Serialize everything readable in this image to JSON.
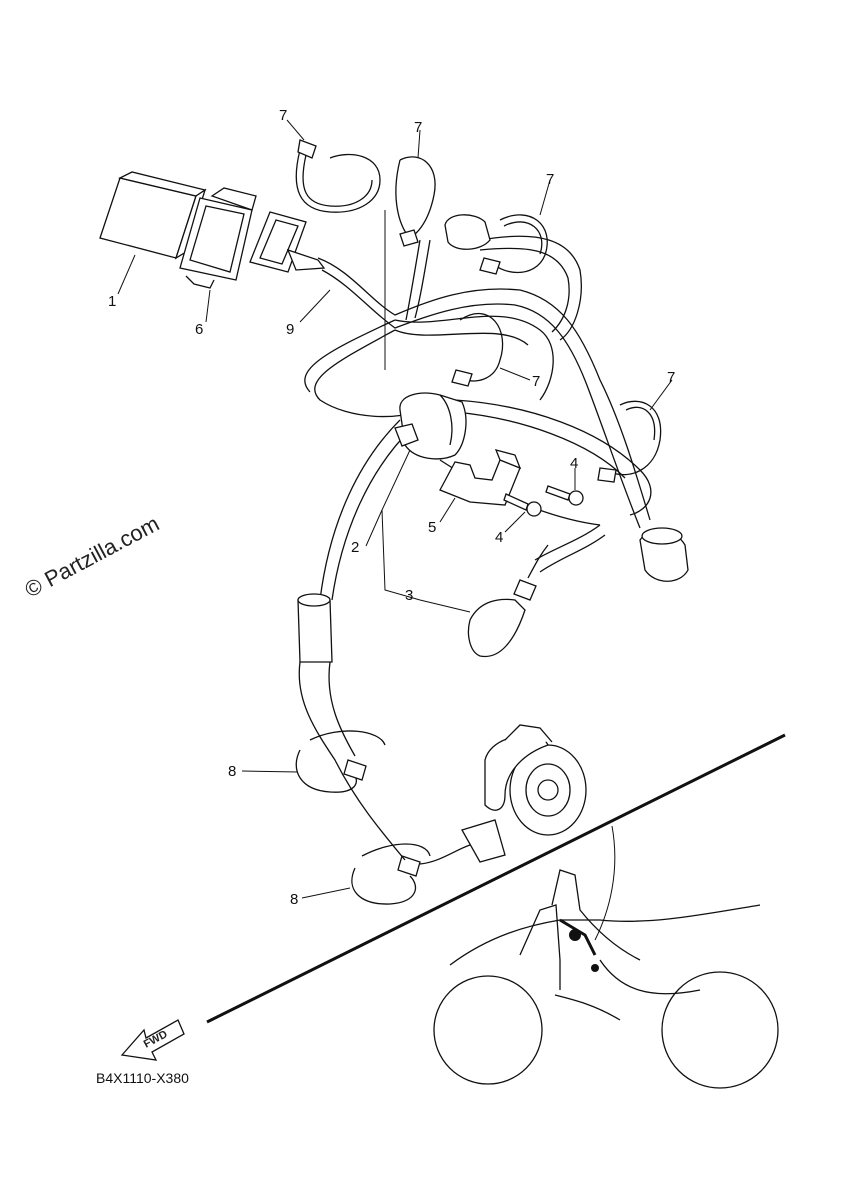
{
  "watermark": "© Partzilla.com",
  "diagram_code": "B4X1110-X380",
  "fwd_label": "FWD",
  "callouts": {
    "c1": "1",
    "c2": "2",
    "c3": "3",
    "c4a": "4",
    "c4b": "4",
    "c5": "5",
    "c6": "6",
    "c7a": "7",
    "c7b": "7",
    "c7c": "7",
    "c7d": "7",
    "c7e": "7",
    "c8a": "8",
    "c8b": "8",
    "c9": "9"
  }
}
